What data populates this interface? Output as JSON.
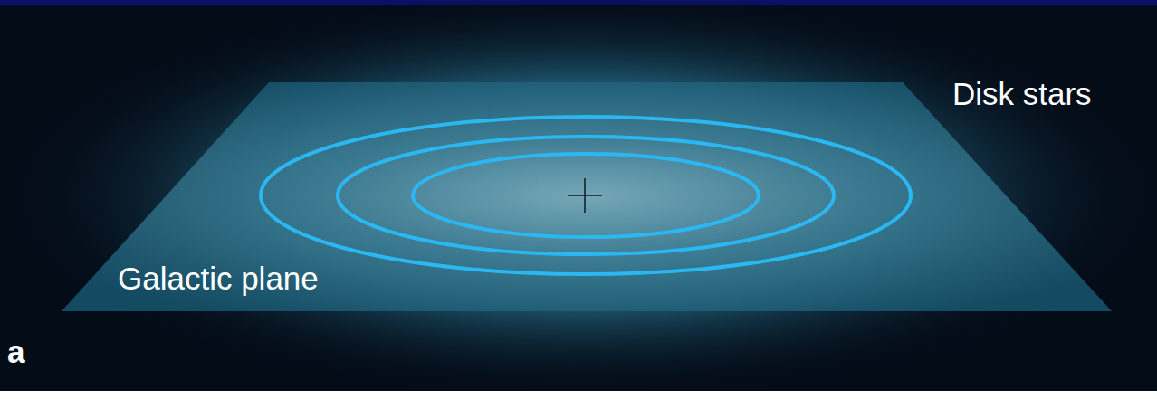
{
  "diagram": {
    "labels": [
      "Disk stars",
      "Galactic plane",
      "a"
    ]
  }
}
